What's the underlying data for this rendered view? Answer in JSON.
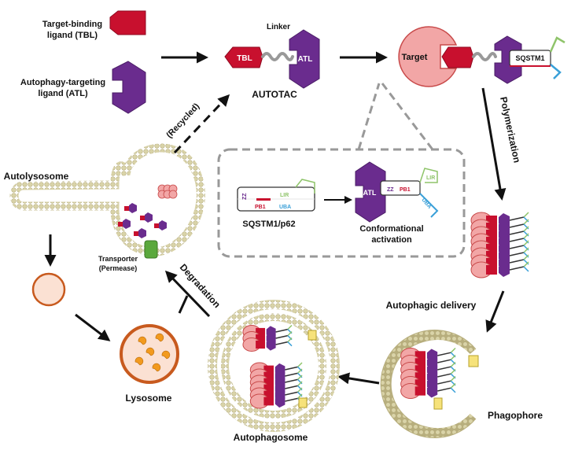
{
  "legend": {
    "tbl_line1": "Target-binding",
    "tbl_line2": "ligand (TBL)",
    "atl_line1": "Autophagy-targeting",
    "atl_line2": "ligand (ATL)"
  },
  "autotac": {
    "tbl": "TBL",
    "atl": "ATL",
    "linker": "Linker",
    "title": "AUTOTAC"
  },
  "complex": {
    "target": "Target",
    "sqstm1": "SQSTM1"
  },
  "steps": {
    "polymerization": "Polymerization",
    "autophagic_delivery": "Autophagic delivery",
    "degradation": "Degradation",
    "recycled": "(Recycled)"
  },
  "inset": {
    "zz": "ZZ",
    "pb1": "PB1",
    "lir": "LIR",
    "uba": "UBA",
    "atl": "ATL",
    "sqstm1_p62": "SQSTM1/p62",
    "activation_line1": "Conformational",
    "activation_line2": "activation"
  },
  "organelles": {
    "autolysosome": "Autolysosome",
    "transporter_line1": "Transporter",
    "transporter_line2": "(Permease)",
    "lysosome": "Lysosome",
    "autophagosome": "Autophagosome",
    "phagophore": "Phagophore"
  },
  "colors": {
    "tbl": "#c8102e",
    "atl": "#6a2c8e",
    "target": "#f2a6a6",
    "lir": "#8fc46a",
    "uba": "#3aa0d8",
    "membrane": "#d9d3a8",
    "lysosome_ring": "#c85a1e",
    "transporter": "#5aa83c"
  }
}
